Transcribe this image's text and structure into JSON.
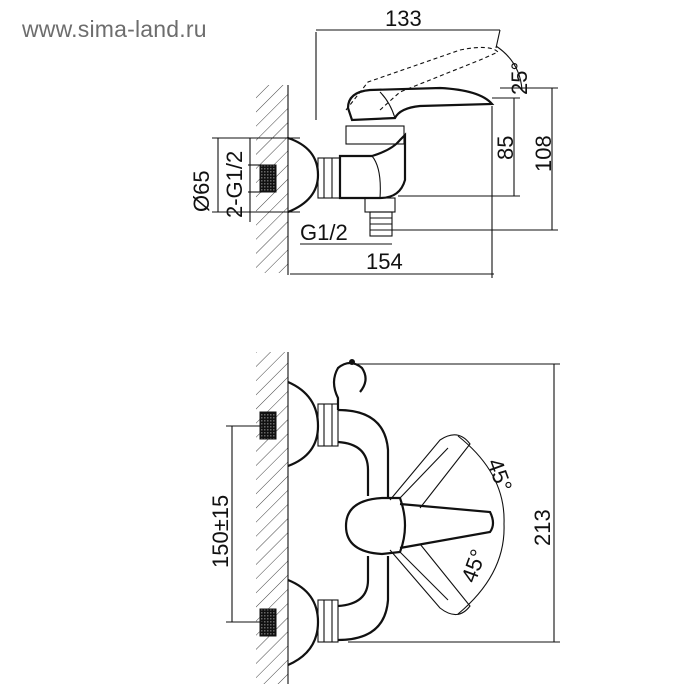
{
  "watermark": "www.sima-land.ru",
  "side_view": {
    "dim_width_top": "133",
    "dim_angle": "25°",
    "dim_height_inner": "85",
    "dim_height_outer": "108",
    "dim_diameter": "Ø65",
    "dim_thread_inlet": "2-G1/2",
    "dim_thread_outlet": "G1/2",
    "dim_depth": "154"
  },
  "front_view": {
    "dim_spacing": "150±15",
    "dim_angle_upper": "45°",
    "dim_angle_lower": "45°",
    "dim_width": "213"
  }
}
